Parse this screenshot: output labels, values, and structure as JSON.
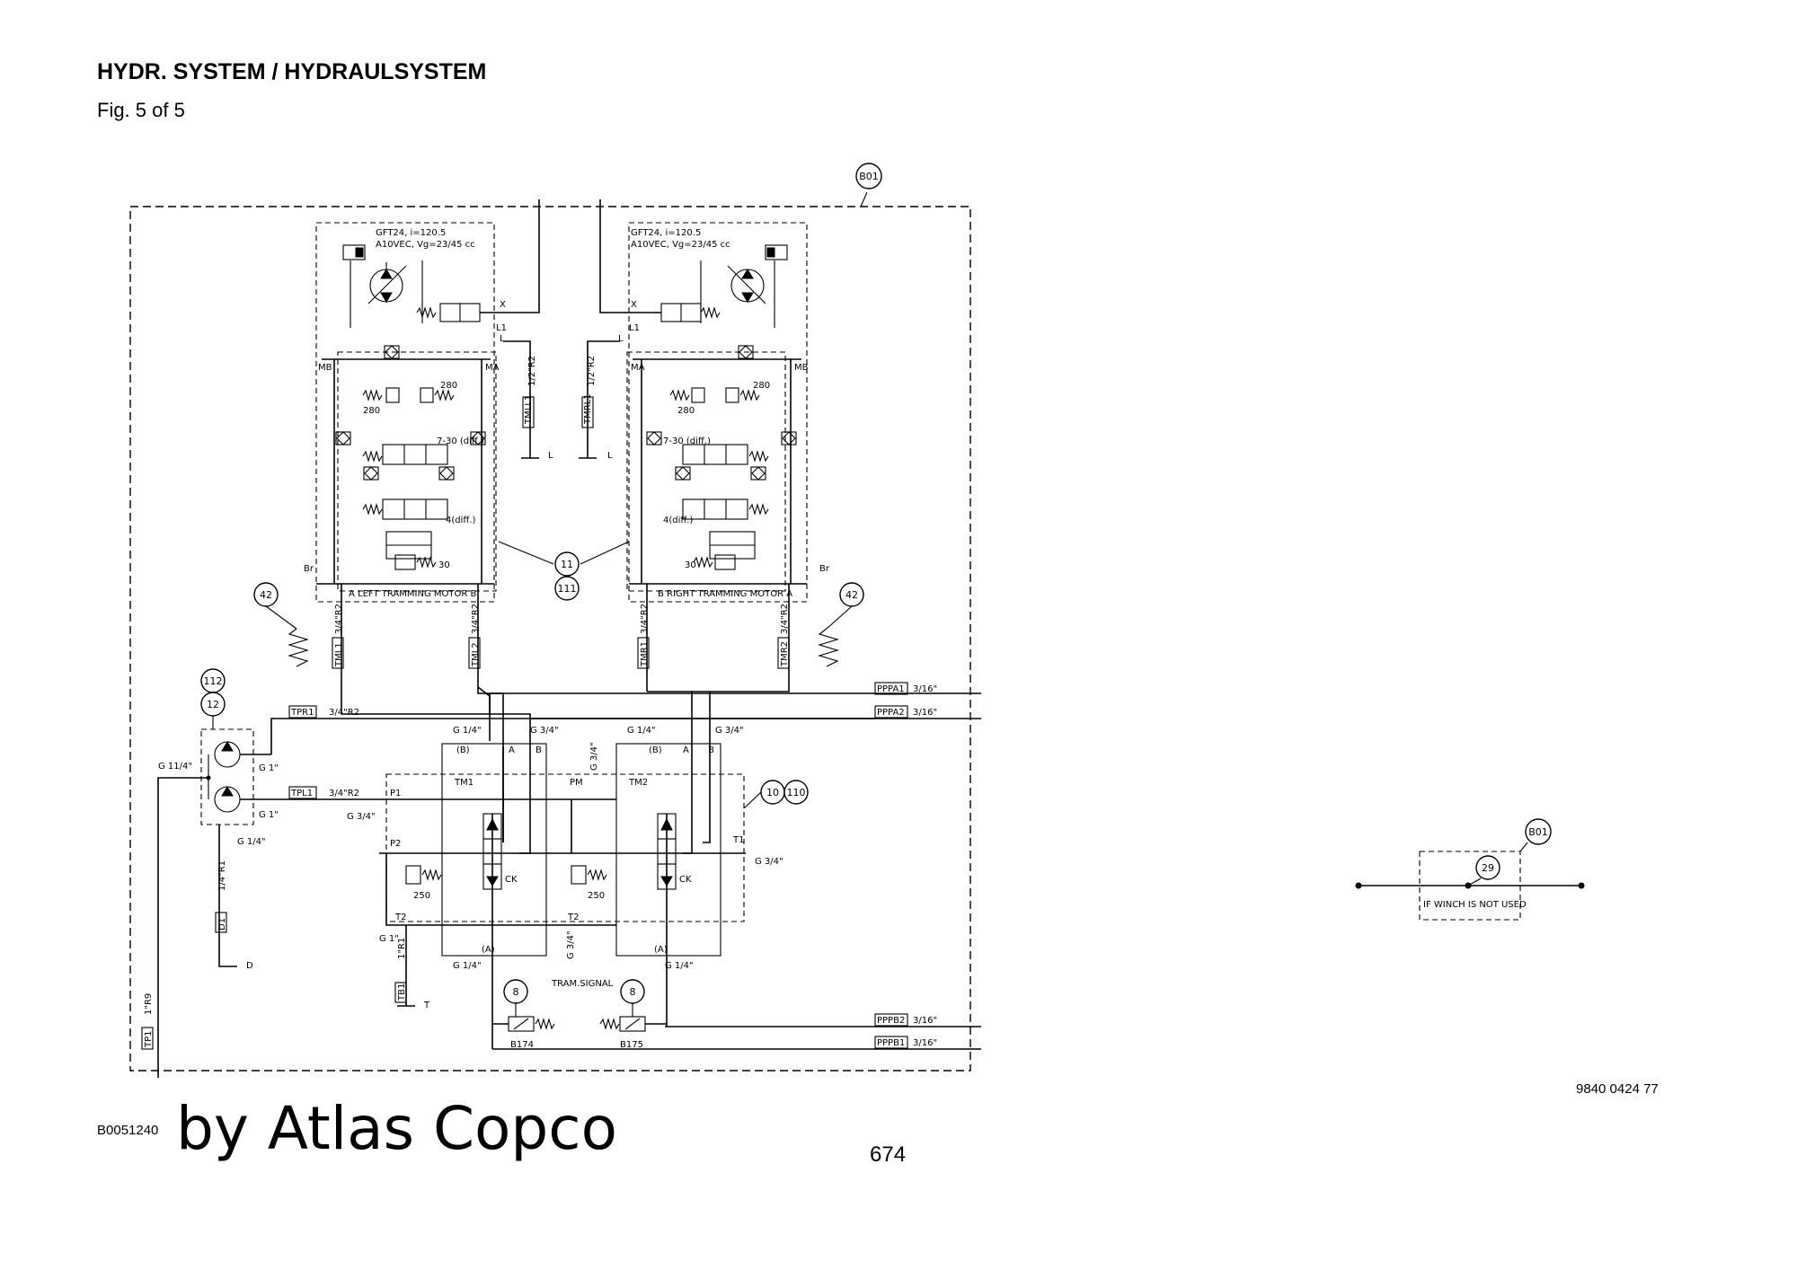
{
  "header": {
    "title": "HYDR. SYSTEM / HYDRAULSYSTEM",
    "subtitle": "Fig. 5 of 5"
  },
  "footer": {
    "doc_code": "B0051240",
    "watermark": "by Atlas Copco",
    "page_number": "674",
    "part_number": "9840 0424 77"
  },
  "diagram": {
    "frame_tag": "B01",
    "left_motor": {
      "spec_line1": "GFT24, i=120.5",
      "spec_line2": "A10VEC, Vg=23/45 cc",
      "caption": "A   LEFT TRAMMING MOTOR   B",
      "port_x": "X",
      "port_l": "L",
      "port_l1": "L1",
      "port_mb": "MB",
      "port_ma": "MA",
      "port_br": "Br",
      "relief1": "280",
      "relief2": "280",
      "diff1": "7-30 (diff.)",
      "diff2": "4(diff.)",
      "relief3": "30",
      "tag_a": "TML1",
      "tag_b": "TML2",
      "tag_l": "TMLL1",
      "hose_a": "3/4\"R2",
      "hose_b": "3/4\"R2",
      "hose_l": "1/2\"R2",
      "drain": "L"
    },
    "right_motor": {
      "spec_line1": "GFT24, i=120.5",
      "spec_line2": "A10VEC, Vg=23/45 cc",
      "caption": "B   RIGHT TRAMMING MOTOR   A",
      "port_x": "X",
      "port_l": "L",
      "port_l1": "L1",
      "port_mb": "MB",
      "port_ma": "MA",
      "port_br": "Br",
      "relief1": "280",
      "relief2": "280",
      "diff1": "7-30 (diff.)",
      "diff2": "4(diff.)",
      "relief3": "30",
      "tag_a": "TMR1",
      "tag_b": "TMR2",
      "tag_l": "TMRL1",
      "hose_a": "3/4\"R2",
      "hose_b": "3/4\"R2",
      "hose_l": "1/2\"R2",
      "drain": "L"
    },
    "callouts": {
      "c11": "11",
      "c111": "111",
      "c42a": "42",
      "c42b": "42",
      "c112": "112",
      "c12": "12",
      "c10": "10",
      "c110": "110",
      "c8a": "8",
      "c8b": "8",
      "c29": "29",
      "b01b": "B01"
    },
    "pump": {
      "tag_r": "TPR1",
      "tag_l": "TPL1",
      "hose_r": "3/4\"R2",
      "hose_l": "3/4\"R2",
      "port_in": "G 11/4\"",
      "port_o1": "G 1\"",
      "port_o2": "G 1\"",
      "port_d": "G 1/4\"",
      "drain_hose": "1/4\"R1",
      "drain_tag": "D1",
      "drain_label": "D",
      "suction_hose": "1\"R9",
      "suction_tag": "TP1"
    },
    "valve": {
      "tm1": "TM1",
      "tm2": "TM2",
      "pm": "PM",
      "p1": "P1",
      "p2": "P2",
      "t1": "T1",
      "t2a": "T2",
      "t2b": "T2",
      "ck1": "CK",
      "ck2": "CK",
      "r1": "250",
      "r2": "250",
      "port_b1": "(B)",
      "port_a1": "A",
      "port_bb1": "B",
      "port_b2": "(B)",
      "port_a2": "A",
      "port_bb2": "B",
      "port_aa1": "(A)",
      "port_aa2": "(A)",
      "g14a": "G 1/4\"",
      "g34a": "G 3/4\"",
      "g14b": "G 1/4\"",
      "g34b": "G 3/4\"",
      "g34c": "G 3/4\"",
      "g34d": "G 3/4\"",
      "g34e": "G 3/4\"",
      "g34f": "G 3/4\"",
      "g1": "G 1\"",
      "g14c": "G 1/4\"",
      "g14d": "G 1/4\"",
      "tank_hose": "1\"R1",
      "tank_tag": "TB1",
      "tank_label": "T"
    },
    "signal": {
      "label": "TRAM.SIGNAL",
      "s1": "B174",
      "s2": "B175"
    },
    "pilot_lines": {
      "a1": "PPPA1",
      "a2": "PPPA2",
      "b2": "PPPB2",
      "b1": "PPPB1",
      "size_a1": "3/16\"",
      "size_a2": "3/16\"",
      "size_b2": "3/16\"",
      "size_b1": "3/16\""
    },
    "winch": {
      "note": "IF WINCH IS NOT USED"
    }
  }
}
